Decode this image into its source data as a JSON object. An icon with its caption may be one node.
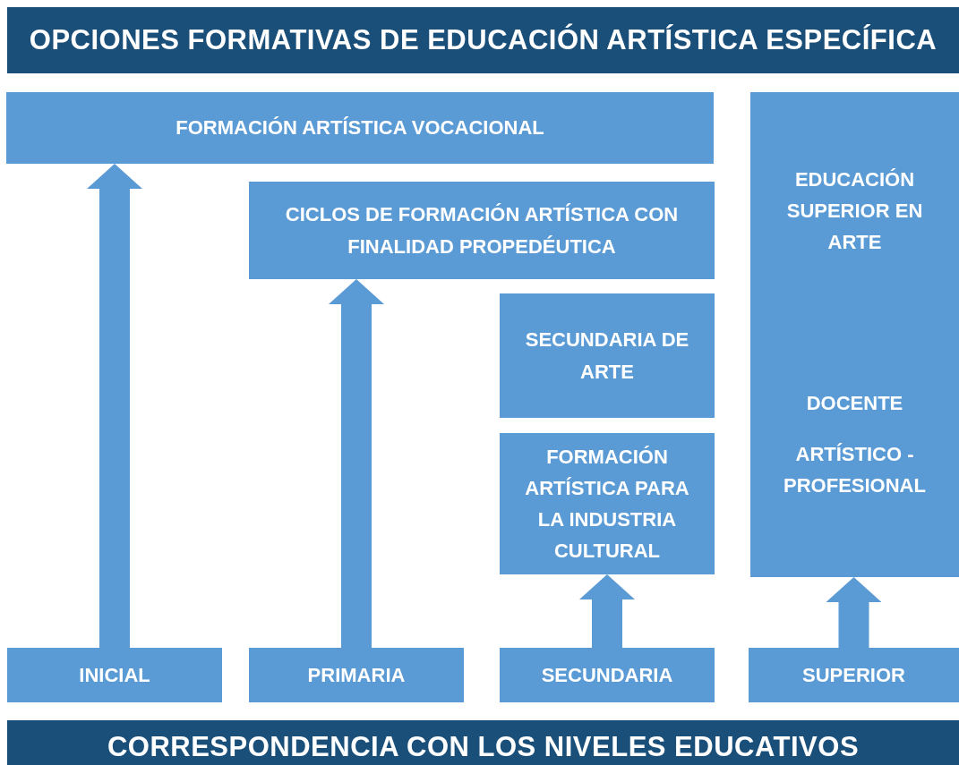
{
  "diagram": {
    "title": "OPCIONES FORMATIVAS DE EDUCACIÓN ARTÍSTICA ESPECÍFICA",
    "caption": "CORRESPONDENCIA CON LOS NIVELES EDUCATIVOS",
    "nodes": [
      {
        "text": [
          "FORMACIÓN ARTÍSTICA VOCACIONAL"
        ]
      },
      {
        "text": [
          "EDUCACIÓN SUPERIOR EN ARTE",
          "DOCENTE",
          "ARTÍSTICO - PROFESIONAL"
        ]
      },
      {
        "text": [
          "CICLOS DE FORMACIÓN ARTÍSTICA CON FINALIDAD PROPEDÉUTICA"
        ]
      },
      {
        "text": [
          "SECUNDARIA DE ARTE"
        ]
      },
      {
        "text": [
          "FORMACIÓN ARTÍSTICA PARA LA INDUSTRIA CULTURAL"
        ]
      },
      {
        "text": [
          "INICIAL"
        ]
      },
      {
        "text": [
          "PRIMARIA"
        ]
      },
      {
        "text": [
          "SECUNDARIA"
        ]
      },
      {
        "text": [
          "SUPERIOR"
        ]
      }
    ],
    "edges": [
      {
        "from": 5,
        "to": 0,
        "arrow": "to"
      },
      {
        "from": 6,
        "to": 2,
        "arrow": "to"
      },
      {
        "from": 7,
        "to": 4,
        "arrow": "to"
      },
      {
        "from": 8,
        "to": 1,
        "arrow": "to"
      }
    ]
  }
}
